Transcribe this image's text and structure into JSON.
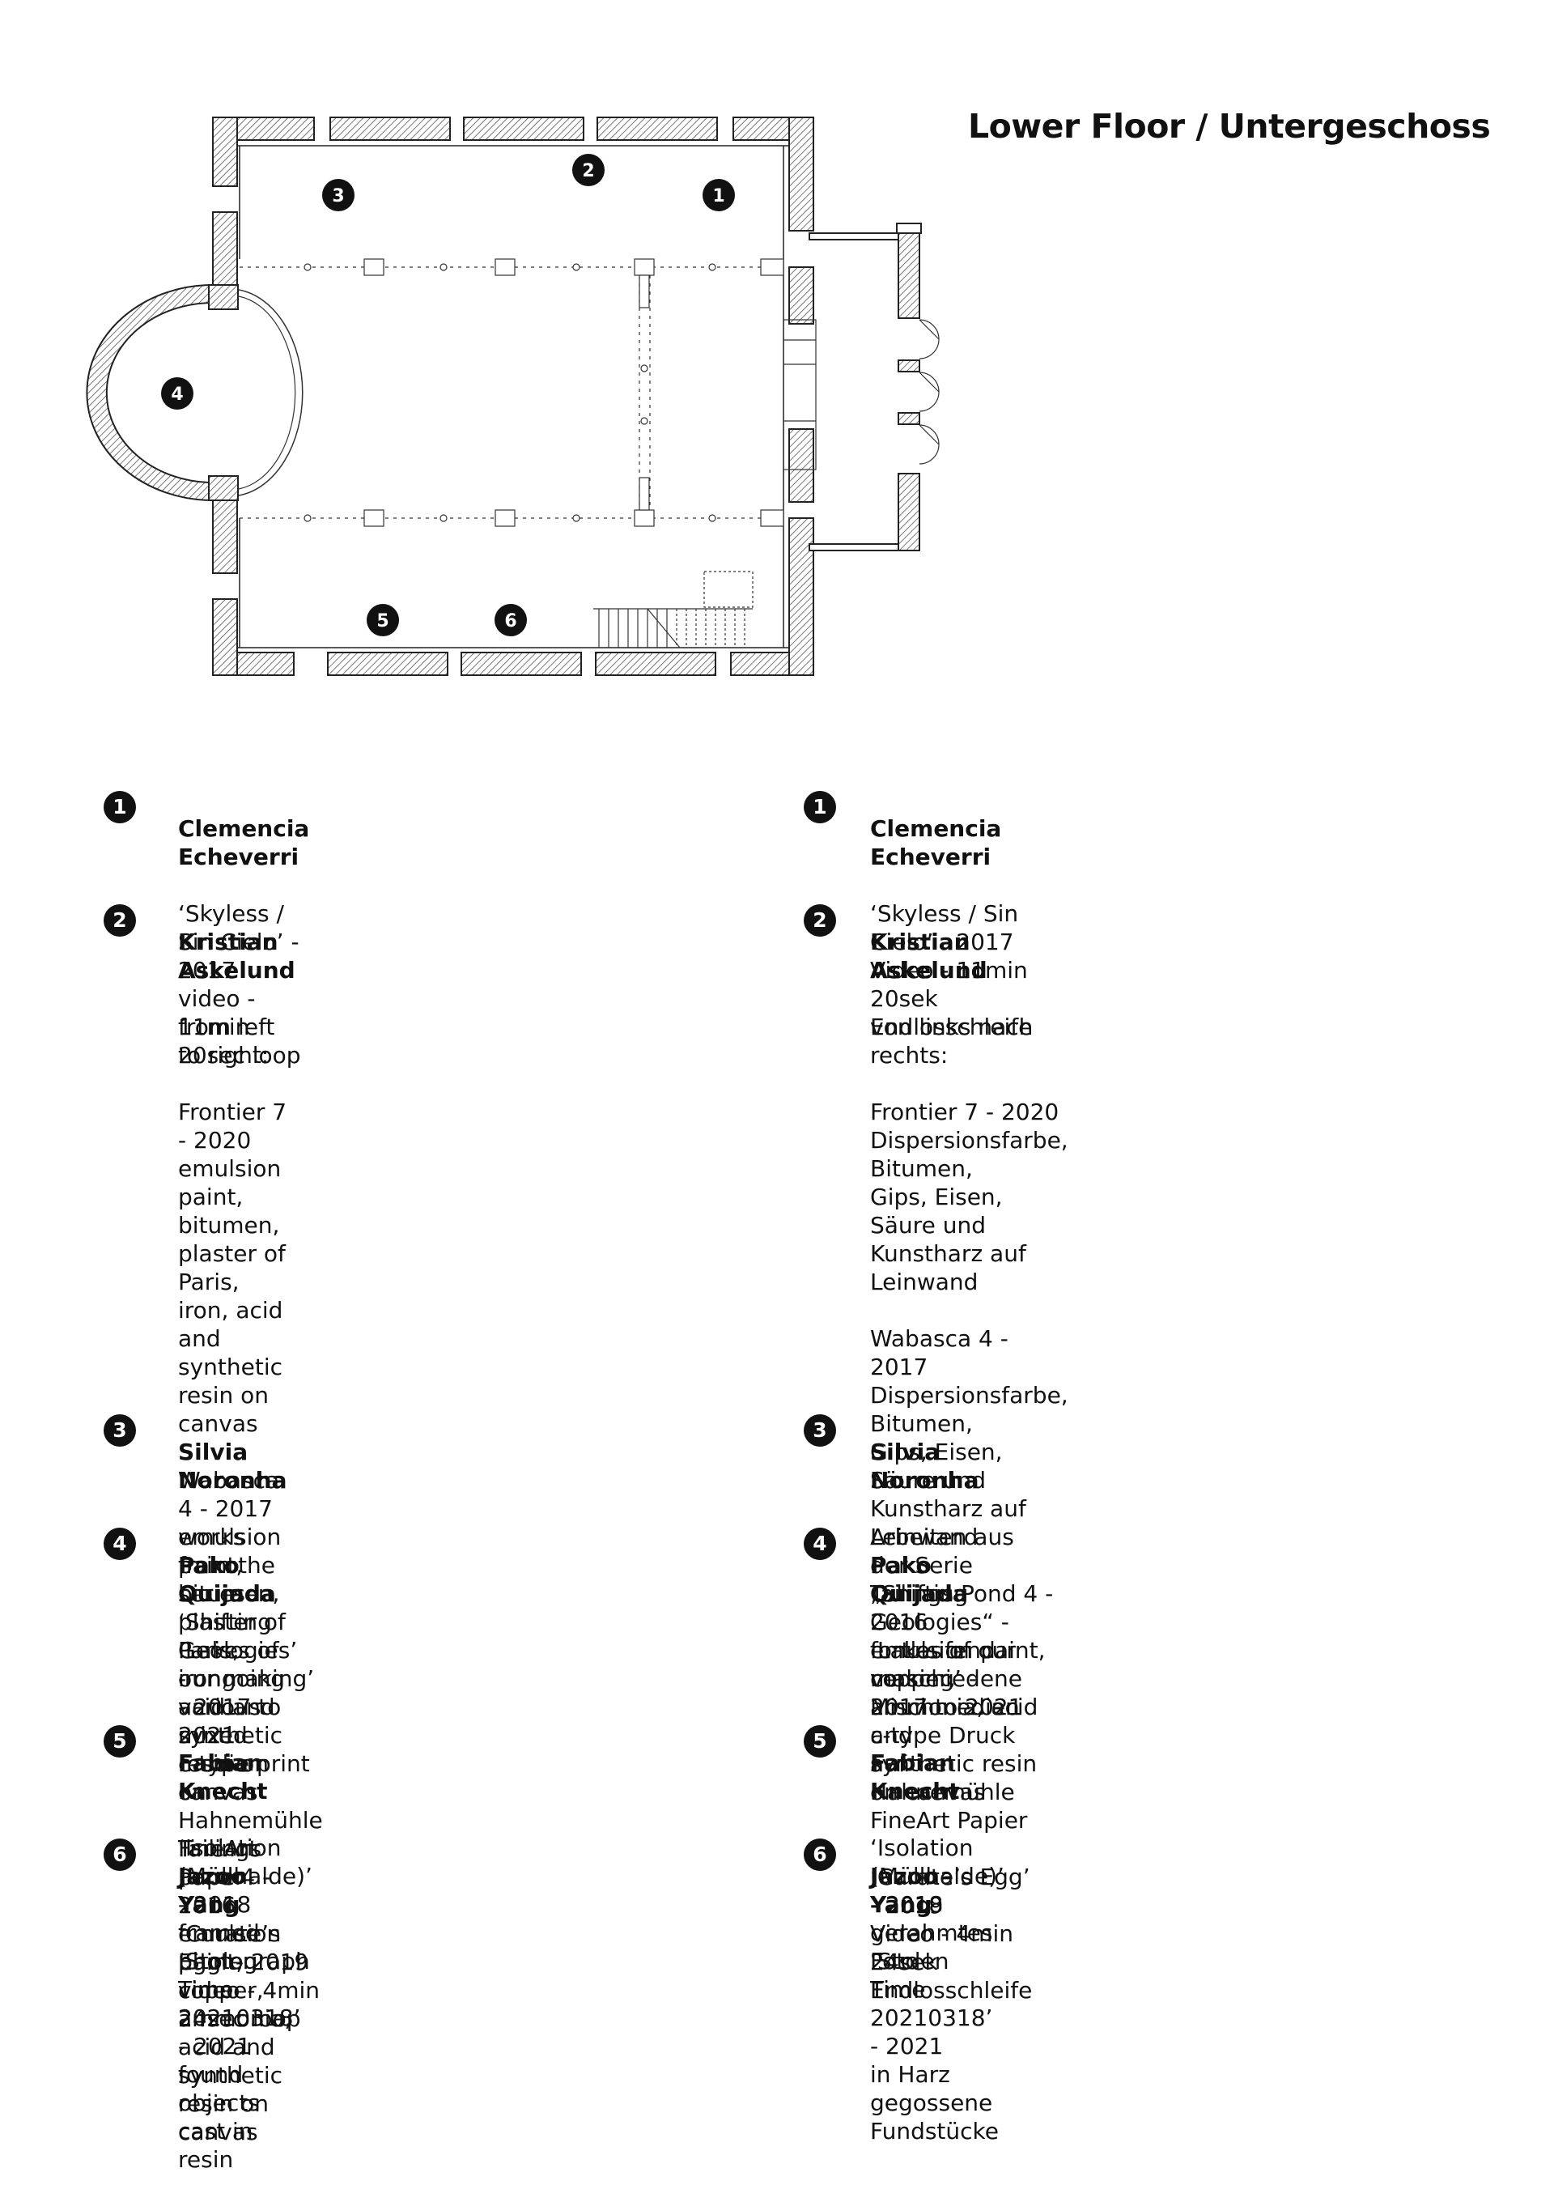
{
  "page": {
    "title": "Lower Floor / Untergeschoss"
  },
  "plan": {
    "markers": [
      "1",
      "2",
      "3",
      "4",
      "5",
      "6"
    ]
  },
  "english": {
    "entries": [
      {
        "num": "1",
        "artist": "Clemencia Echeverri",
        "text": "‘Skyless / Sin Cielo’ - 2017\nvideo - 11min 20sec loop"
      },
      {
        "num": "2",
        "artist": "Kristian Askelund",
        "text": "from left to right:\n\nFrontier 7 - 2020\nemulsion paint, bitumen,\nplaster of Paris, iron, acid and\nsynthetic resin on canvas\n\nWabasca 4 - 2017\nemulsion paint,\nbitumen, plaster of Paris, iron,\nacid and synthetic resin on canvas\n\nTailings Pond 4 - 2016\nemulsion paint,\ncopper, ammonia, acid and\nsynthetic resin on canvas"
      },
      {
        "num": "3",
        "artist": "Silvia Noronha",
        "text": "works from the series ‘Shifting Geologies’ - ongoing\nvarious mixed media"
      },
      {
        "num": "4",
        "artist": "Pako Quijada",
        "text": "‘Lakes of our making’ - 2017 to 2021\nc-type print on Hahnemühle FineArt paper\n\n‘Curate’s Egg’ - 2019\nvideo - 4min 24sec loop"
      },
      {
        "num": "5",
        "artist": "Fabian Knecht",
        "text": "‘Isolation (Müllhalde)’ - 2018\nframed photograph"
      },
      {
        "num": "6",
        "artist": "Jazoo Yang",
        "text": "‘Stolen Time 20210318’ - 2021\nfound objects cast in resin"
      }
    ]
  },
  "german": {
    "entries": [
      {
        "num": "1",
        "artist": "Clemencia Echeverri",
        "text": "‘Skyless / Sin Cielo’ - 2017\nVideo - 11min 20sek Endlosschleife"
      },
      {
        "num": "2",
        "artist": "Kristian Askelund",
        "text": "von links nach rechts:\n\nFrontier 7 - 2020\nDispersionsfarbe, Bitumen,\nGips, Eisen, Säure und Kunstharz auf Leinwand\n\nWabasca 4 - 2017\nDispersionsfarbe, Bitumen,\nGips, Eisen, Säure und Kunstharz auf Leinwand\n\nTailings Pond 4 - 2016\nemulsion paint,\ncopper, ammonia, acid and\nsynthetic resin on canvas"
      },
      {
        "num": "3",
        "artist": "Silvia Noronha",
        "text": "Arbeiten aus der Serie „Shifting Geologies“ - fortlaufend\nverschiedene Mischmedien"
      },
      {
        "num": "4",
        "artist": "Pako Quijada",
        "text": "‘Lakes of our making’ - 2017 to 2021\nc-type Druck auf Hahnemühle FineArt Papier\n\n‘Curate’s Egg’ - 2019\nVideo - 4min 24sek Endlosschleife"
      },
      {
        "num": "5",
        "artist": "Fabian Knecht",
        "text": "‘Isolation (Müllhalde)’ - 2018\ngerahmtes Foto"
      },
      {
        "num": "6",
        "artist": "Jazoo Yang",
        "text": "‘Stolen Time 20210318’ - 2021\nin Harz gegossene Fundstücke"
      }
    ]
  }
}
